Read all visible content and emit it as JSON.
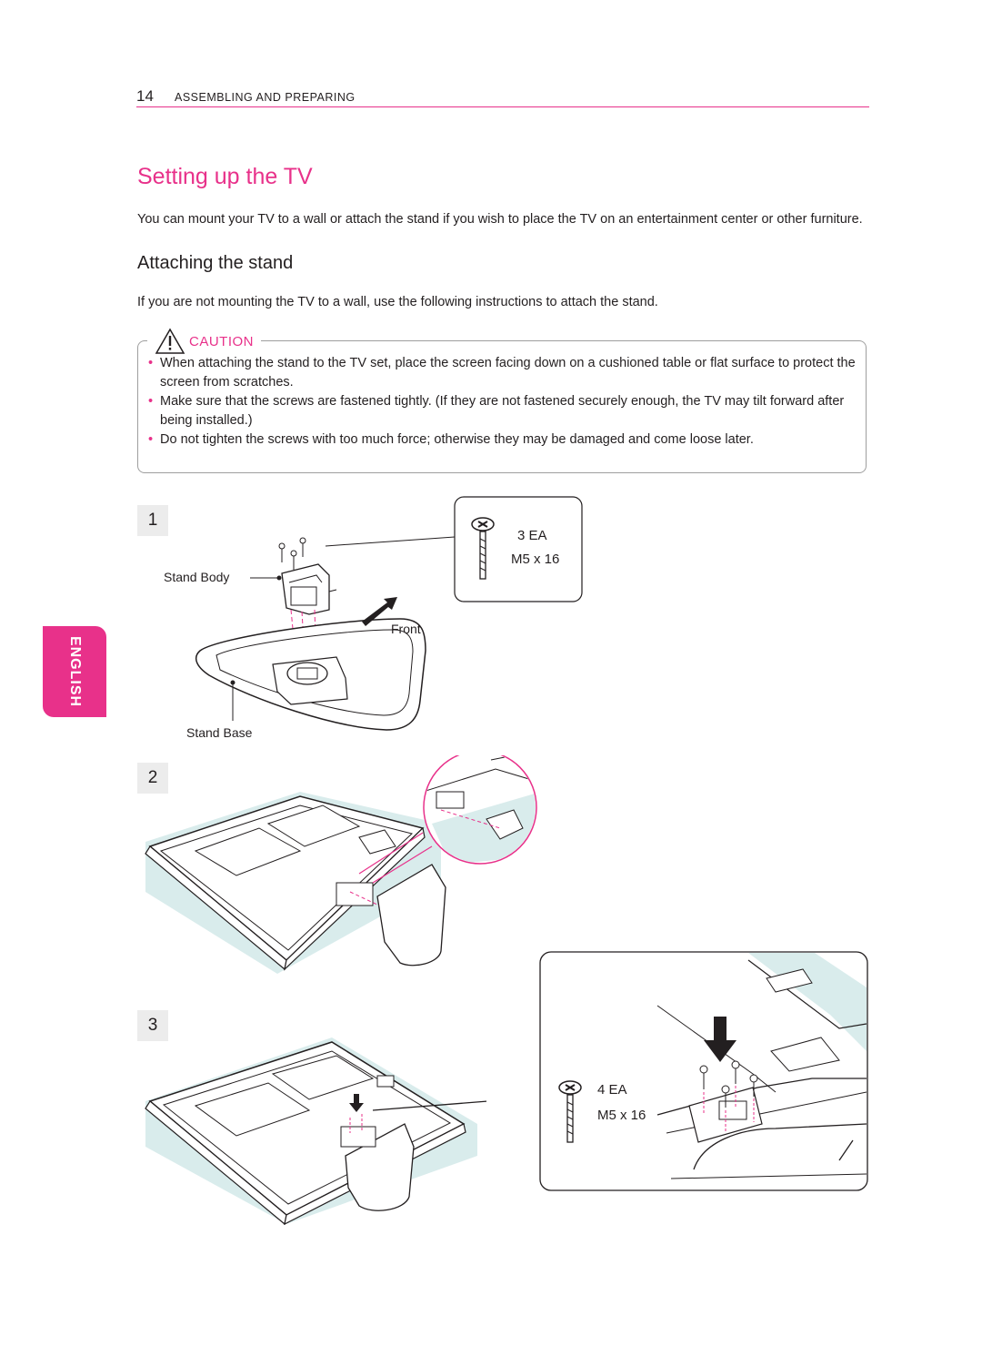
{
  "header": {
    "page_number": "14",
    "section": "ASSEMBLING AND PREPARING"
  },
  "title": "Setting up the TV",
  "intro": "You can mount your TV to a wall or attach the stand if you wish to place the TV on an entertainment center or other furniture.",
  "section_heading": "Attaching the stand",
  "section_intro": "If you are not mounting the TV to a wall, use the following instructions to attach the stand.",
  "caution": {
    "label": "CAUTION",
    "items": [
      "When attaching the stand to the TV set, place the screen facing down on a cushioned table or flat surface to protect the screen from scratches.",
      "Make sure that the screws are fastened tightly. (If they are not fastened securely enough, the TV may tilt forward after being installed.)",
      "Do not tighten the screws with too much force; otherwise they may be damaged and come loose later."
    ]
  },
  "language_tab": "ENGLISH",
  "steps": {
    "step1": {
      "number": "1",
      "stand_body": "Stand Body",
      "stand_base": "Stand Base",
      "front": "Front",
      "screw_count": "3 EA",
      "screw_size": "M5 x 16"
    },
    "step2": {
      "number": "2"
    },
    "step3": {
      "number": "3",
      "screw_count": "4 EA",
      "screw_size": "M5 x 16"
    }
  },
  "colors": {
    "accent": "#e8318a",
    "text": "#231f20",
    "step_bg": "#ececec",
    "protective_mat": "#d9ecec"
  }
}
